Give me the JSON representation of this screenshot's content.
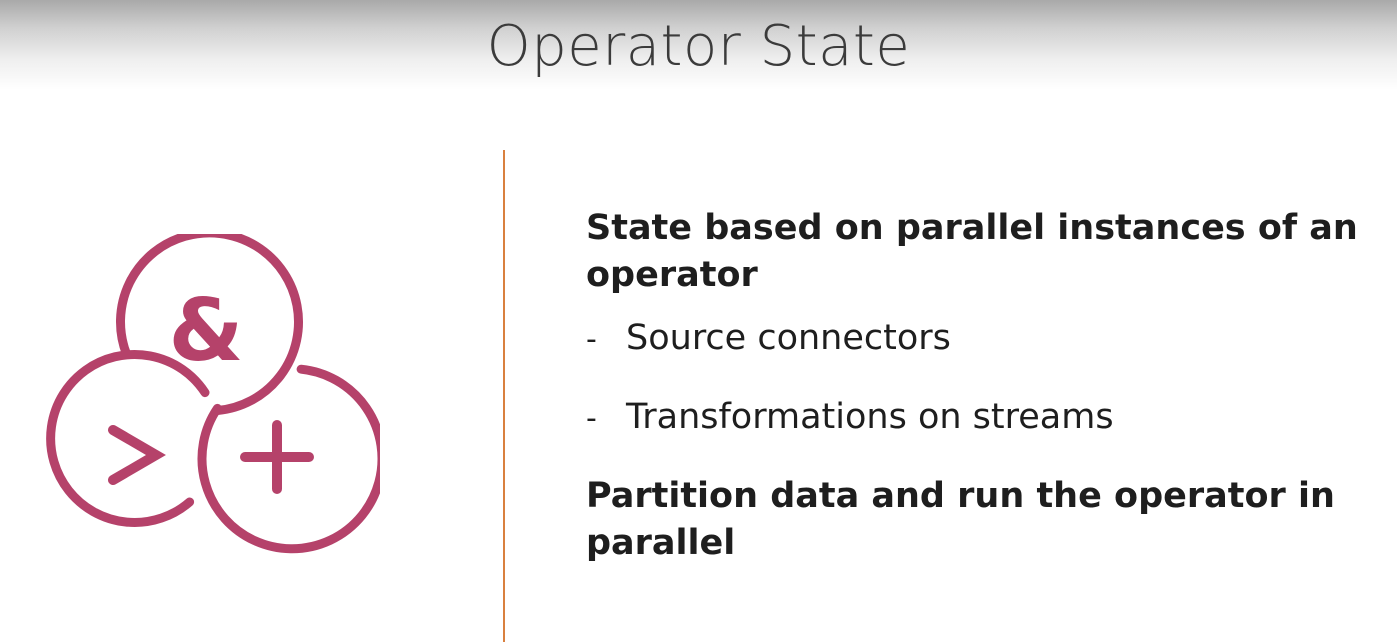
{
  "slide": {
    "title": "Operator State",
    "points": [
      {
        "text": "State based on parallel instances of an operator",
        "subitems": [
          "Source connectors",
          "Transformations on streams"
        ]
      },
      {
        "text": "Partition data and run the operator in parallel"
      }
    ],
    "bullet_marker": "-"
  },
  "icon": {
    "name": "operators-icon",
    "symbols": [
      "&",
      ">",
      "+"
    ],
    "color": "#b5426a"
  },
  "colors": {
    "divider": "#d9803f",
    "text": "#1e1e1e",
    "title": "#3b3b3b"
  }
}
